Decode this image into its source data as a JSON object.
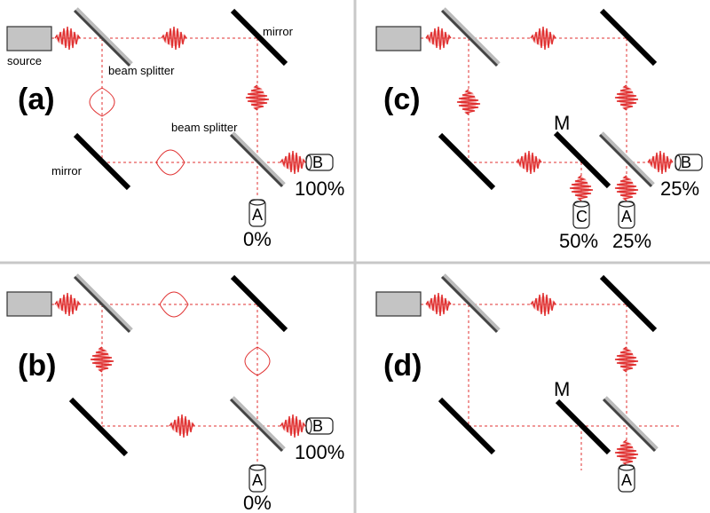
{
  "colors": {
    "beam": "#e03030",
    "source_fill": "#c4c4c4",
    "separator": "#c8c8c8"
  },
  "labels": {
    "source": "source",
    "beam_splitter": "beam splitter",
    "mirror": "mirror",
    "M": "M"
  },
  "panels": [
    {
      "id": "a",
      "label": "(a)",
      "detectors": [
        {
          "name": "B",
          "percent": "100%"
        },
        {
          "name": "A",
          "percent": "0%"
        }
      ]
    },
    {
      "id": "b",
      "label": "(b)",
      "detectors": [
        {
          "name": "B",
          "percent": "100%"
        },
        {
          "name": "A",
          "percent": "0%"
        }
      ]
    },
    {
      "id": "c",
      "label": "(c)",
      "detectors": [
        {
          "name": "B",
          "percent": "25%"
        },
        {
          "name": "C",
          "percent": "50%"
        },
        {
          "name": "A",
          "percent": "25%"
        }
      ]
    },
    {
      "id": "d",
      "label": "(d)",
      "detectors": [
        {
          "name": "A",
          "percent": ""
        }
      ]
    }
  ]
}
